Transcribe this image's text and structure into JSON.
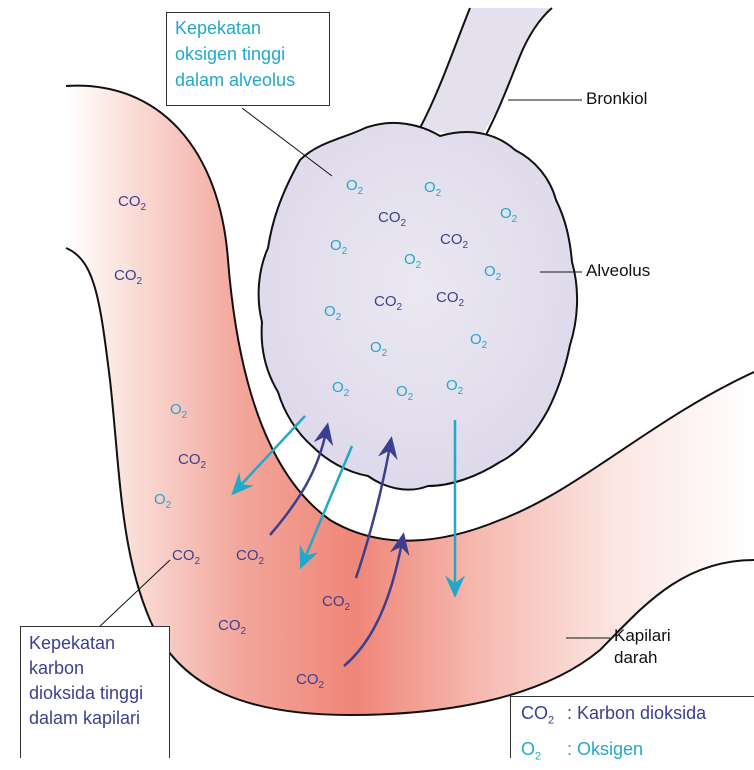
{
  "labels": {
    "bronkiol": "Bronkiol",
    "alveolus": "Alveolus",
    "kapilari_line1": "Kapilari",
    "kapilari_line2": "darah"
  },
  "boxes": {
    "oxygen_line1": "Kepekatan",
    "oxygen_line2": "oksigen tinggi",
    "oxygen_line3": "dalam alveolus",
    "carbon_line1": "Kepekatan",
    "carbon_line2": "karbon",
    "carbon_line3": "dioksida tinggi",
    "carbon_line4": "dalam kapilari"
  },
  "molecules": {
    "o2_base": "O",
    "o2_sub": "2",
    "co2_base": "CO",
    "co2_sub": "2"
  },
  "legend": {
    "co2_symbol": "CO",
    "co2_sub": "2",
    "co2_text": ": Karbon dioksida",
    "o2_symbol": "O",
    "o2_sub": "2",
    "o2_text": ": Oksigen"
  },
  "colors": {
    "oxygen": "#22a8c8",
    "carbon_dioxide": "#3b3f8f",
    "capillary": "#ef8a7e",
    "alveolus": "#e4e0ee"
  }
}
